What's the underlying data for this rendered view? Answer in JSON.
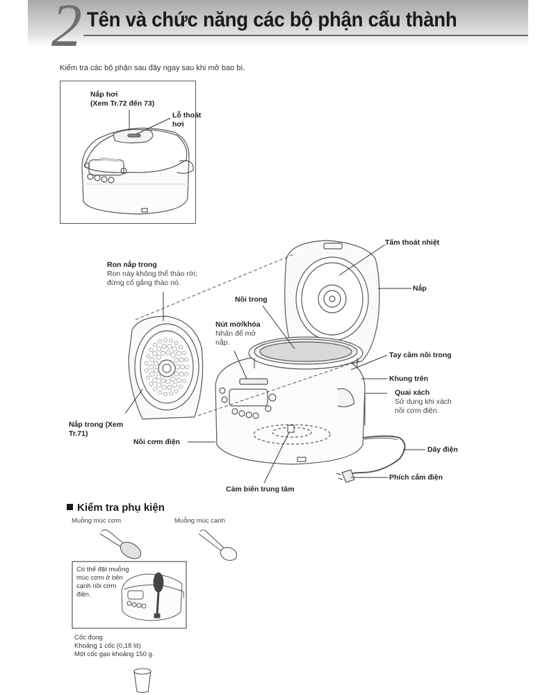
{
  "header": {
    "chapter_number": "2",
    "title": "Tên và chức năng các bộ phận cấu thành"
  },
  "intro": "Kiểm tra các bộ phận sau đây ngay sau khi mở bao bì.",
  "top_figure": {
    "steam_cap": {
      "name": "Nắp hơi",
      "ref": "(Xem Tr.72 đến 73)"
    },
    "steam_vent": {
      "name_line1": "Lỗ thoát",
      "name_line2": "hơi"
    }
  },
  "main_figure": {
    "heat_plate": "Tấm thoát nhiệt",
    "lid": "Nắp",
    "inner_lid_gasket": {
      "name": "Ron nắp trong",
      "desc_line1": "Ron này không thể tháo rời;",
      "desc_line2": "đừng cố gắng tháo nó."
    },
    "inner_pot": "Nồi trong",
    "open_button": {
      "name": "Nút mở/khóa",
      "desc_line1": "Nhấn để mở",
      "desc_line2": "nắp."
    },
    "inner_pot_handle": "Tay cầm nồi trong",
    "top_frame": "Khung trên",
    "carry_handle": {
      "name": "Quai xách",
      "desc_line1": "Sử dụng khi xách",
      "desc_line2": "nồi cơm điện."
    },
    "inner_lid": {
      "line1": "Nắp trong (Xem",
      "line2": "Tr.71)"
    },
    "rice_cooker": "Nồi cơm điện",
    "power_cord": "Dây điện",
    "power_plug": "Phích cắm điện",
    "center_sensor": "Cảm biến trung tâm"
  },
  "accessories": {
    "section_title": "Kiểm tra phụ kiện",
    "rice_scoop": "Muỗng múc cơm",
    "soup_ladle": "Muỗng múc canh",
    "scoop_holder_note": [
      "Có thể đặt muỗng",
      "múc cơm ở bên",
      "cạnh nồi cơm",
      "điện."
    ],
    "measuring_cup": {
      "name": "Cốc đong",
      "line1": "Khoảng 1 cốc (0,18 lít)",
      "line2": "Một cốc gạo khoảng 150 g."
    }
  }
}
